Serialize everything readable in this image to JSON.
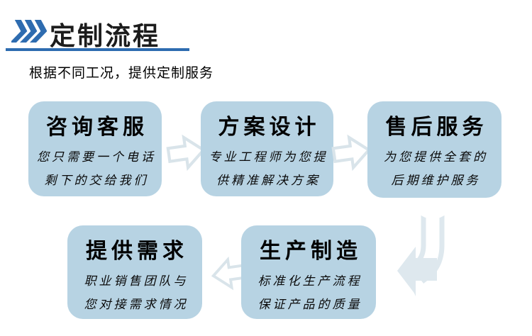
{
  "header": {
    "title": "定制流程",
    "accent_color": "#2e6cb0",
    "chevron_icon": "triple-chevron-right"
  },
  "subtitle": "根据不同工况，提供定制服务",
  "flow": {
    "box_fill": "#b7d3e3",
    "arrow_outline_color": "#d9e4ea",
    "bend_arrow_fill": "#dee8ee",
    "steps": [
      {
        "title": "咨询客服",
        "line1": "您只需要一个电话",
        "line2": "剩下的交给我们"
      },
      {
        "title": "方案设计",
        "line1": "专业工程师为您提",
        "line2": "供精准解决方案"
      },
      {
        "title": "售后服务",
        "line1": "为您提供全套的",
        "line2": "后期维护服务"
      },
      {
        "title": "提供需求",
        "line1": "职业销售团队与",
        "line2": "您对接需求情况"
      },
      {
        "title": "生产制造",
        "line1": "标准化生产流程",
        "line2": "保证产品的质量"
      }
    ]
  }
}
